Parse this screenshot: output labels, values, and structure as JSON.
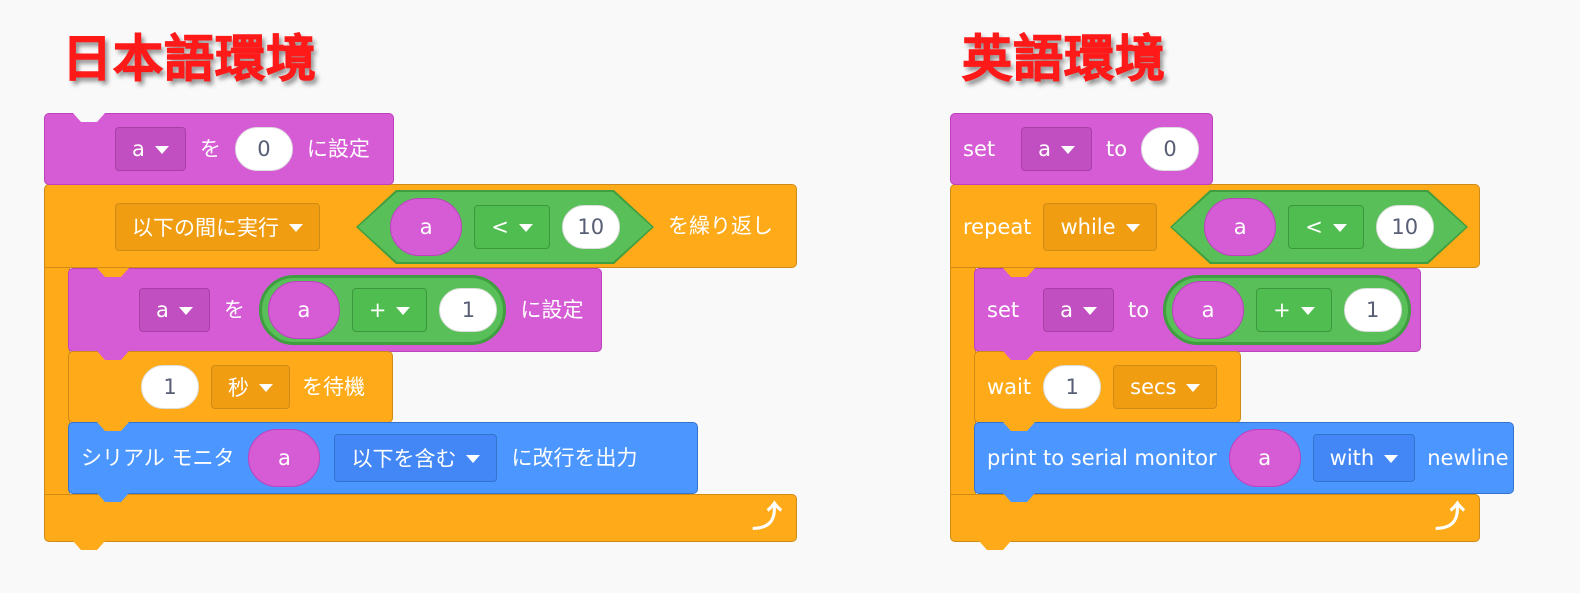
{
  "ja": {
    "heading": "日本語環境",
    "set": {
      "var": "a",
      "word": "を",
      "value": "0",
      "suffix": "に設定"
    },
    "repeat": {
      "mode": "以下の間に実行",
      "cond_var": "a",
      "op": "<",
      "cond_value": "10",
      "suffix": "を繰り返し"
    },
    "change": {
      "var": "a",
      "word": "を",
      "expr_var": "a",
      "op": "+",
      "expr_value": "1",
      "suffix": "に設定"
    },
    "wait": {
      "value": "1",
      "unit": "秒",
      "suffix": "を待機"
    },
    "print": {
      "prefix": "シリアル モニタ",
      "var": "a",
      "mode": "以下を含む",
      "suffix": "に改行を出力"
    }
  },
  "en": {
    "heading": "英語環境",
    "set": {
      "prefix": "set",
      "var": "a",
      "word": "to",
      "value": "0"
    },
    "repeat": {
      "prefix": "repeat",
      "mode": "while",
      "cond_var": "a",
      "op": "<",
      "cond_value": "10"
    },
    "change": {
      "prefix": "set",
      "var": "a",
      "word": "to",
      "expr_var": "a",
      "op": "+",
      "expr_value": "1"
    },
    "wait": {
      "prefix": "wait",
      "value": "1",
      "unit": "secs"
    },
    "print": {
      "prefix": "print to serial monitor",
      "var": "a",
      "mode": "with",
      "suffix": "newline"
    }
  },
  "icons": {
    "loop": "loop-arrow-icon",
    "dropdown": "caret-down-icon"
  },
  "colors": {
    "looks": "#d65cd6",
    "control": "#ffab19",
    "serial": "#4c97ff",
    "operators": "#59c059",
    "heading": "#ff1a1a"
  }
}
